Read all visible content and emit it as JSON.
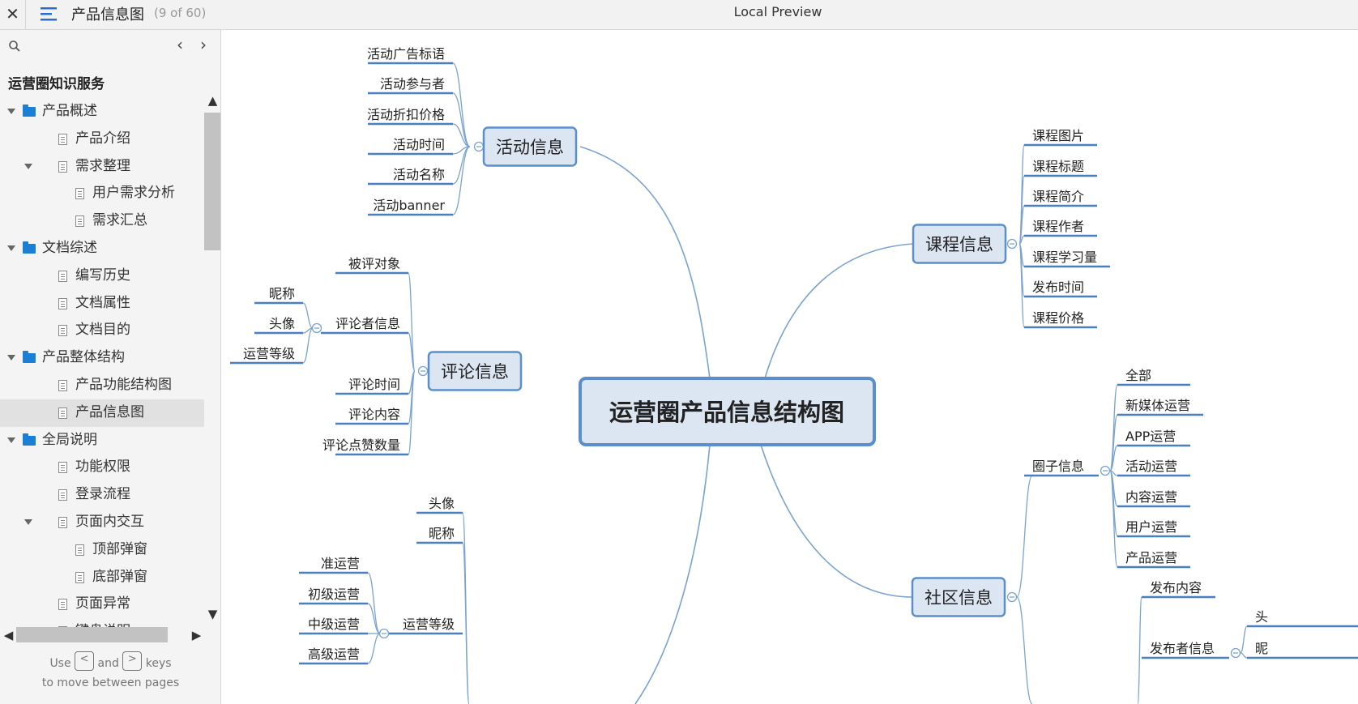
{
  "topbar": {
    "close_glyph": "✕",
    "doc_title": "产品信息图",
    "page_count": "(9 of 60)",
    "app_title": "Local Preview"
  },
  "sidebar": {
    "project_name": "运营圈知识服务",
    "items": [
      {
        "label": "产品概述",
        "type": "folder",
        "level": 0,
        "expanded": true
      },
      {
        "label": "产品介绍",
        "type": "page",
        "level": 1
      },
      {
        "label": "需求整理",
        "type": "page",
        "level": 1,
        "expanded": true
      },
      {
        "label": "用户需求分析",
        "type": "page",
        "level": 2
      },
      {
        "label": "需求汇总",
        "type": "page",
        "level": 2
      },
      {
        "label": "文档综述",
        "type": "folder",
        "level": 0,
        "expanded": true
      },
      {
        "label": "编写历史",
        "type": "page",
        "level": 1
      },
      {
        "label": "文档属性",
        "type": "page",
        "level": 1
      },
      {
        "label": "文档目的",
        "type": "page",
        "level": 1
      },
      {
        "label": "产品整体结构",
        "type": "folder",
        "level": 0,
        "expanded": true
      },
      {
        "label": "产品功能结构图",
        "type": "page",
        "level": 1
      },
      {
        "label": "产品信息图",
        "type": "page",
        "level": 1,
        "selected": true
      },
      {
        "label": "全局说明",
        "type": "folder",
        "level": 0,
        "expanded": true
      },
      {
        "label": "功能权限",
        "type": "page",
        "level": 1
      },
      {
        "label": "登录流程",
        "type": "page",
        "level": 1
      },
      {
        "label": "页面内交互",
        "type": "page",
        "level": 1,
        "expanded": true
      },
      {
        "label": "顶部弹窗",
        "type": "page",
        "level": 2
      },
      {
        "label": "底部弹窗",
        "type": "page",
        "level": 2
      },
      {
        "label": "页面异常",
        "type": "page",
        "level": 1
      },
      {
        "label": "键盘说明",
        "type": "page",
        "level": 1
      }
    ],
    "hint_use": "Use",
    "hint_and": "and",
    "hint_keys": "keys",
    "hint_line2": "to move between pages",
    "key_prev": "<",
    "key_next": ">"
  },
  "mindmap": {
    "central": "运营圈产品信息结构图",
    "activity": {
      "label": "活动信息",
      "children": [
        "活动广告标语",
        "活动参与者",
        "活动折扣价格",
        "活动时间",
        "活动名称",
        "活动banner"
      ]
    },
    "comment": {
      "label": "评论信息",
      "children": [
        "被评对象",
        "评论者信息",
        "评论时间",
        "评论内容",
        "评论点赞数量"
      ],
      "commenter_children": [
        "昵称",
        "头像",
        "运营等级"
      ]
    },
    "course": {
      "label": "课程信息",
      "children": [
        "课程图片",
        "课程标题",
        "课程简介",
        "课程作者",
        "课程学习量",
        "发布时间",
        "课程价格"
      ]
    },
    "community": {
      "label": "社区信息",
      "circle_label": "圈子信息",
      "circle_children": [
        "全部",
        "新媒体运营",
        "APP运营",
        "活动运营",
        "内容运营",
        "用户运营",
        "产品运营"
      ],
      "post_label": "发布内容",
      "publisher_label": "发布者信息",
      "publisher_children": [
        "头",
        "昵"
      ]
    },
    "user": {
      "children": [
        "头像",
        "昵称",
        "运营等级"
      ],
      "level_children": [
        "准运营",
        "初级运营",
        "中级运营",
        "高级运营"
      ]
    },
    "colors": {
      "line": "#7aa3d1",
      "topic_fill": "#dce6f2",
      "topic_border": "#5b8fcb",
      "underline": "#4a7fc0",
      "central_text": "#2d4e86"
    }
  }
}
